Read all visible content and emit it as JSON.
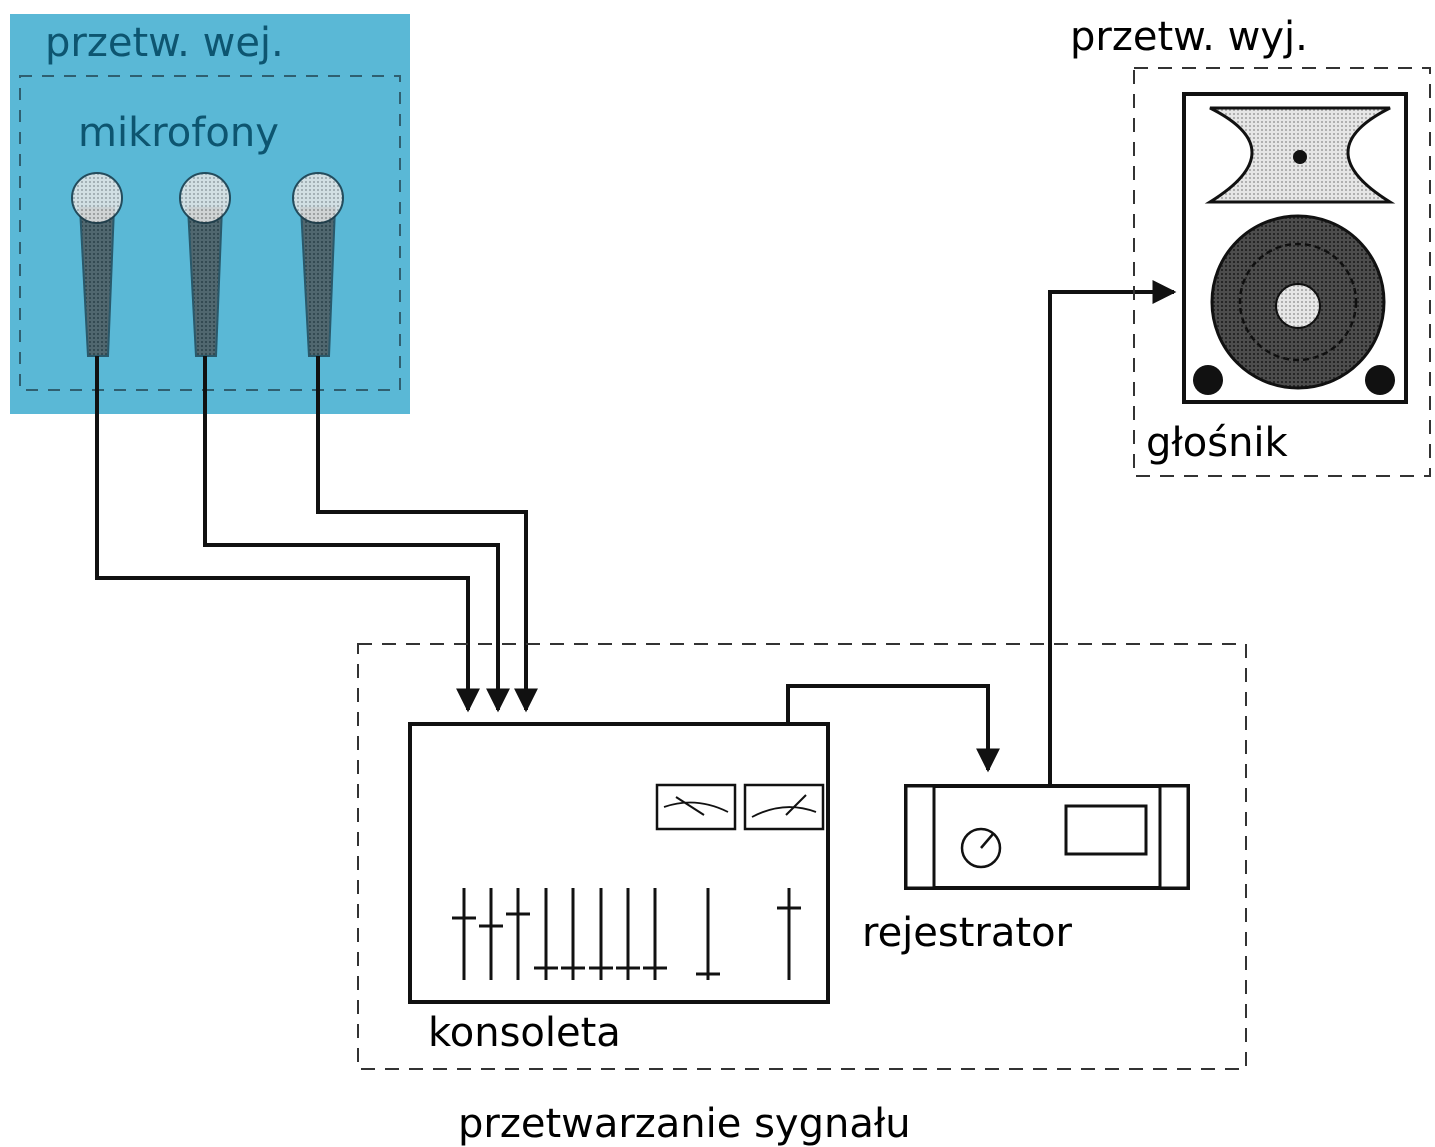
{
  "labels": {
    "input_group": "przetw. wej.",
    "microphones": "mikrofony",
    "output_group": "przetw. wyj.",
    "speaker": "głośnik",
    "console": "konsoleta",
    "recorder": "rejestrator",
    "processing": "przetwarzanie sygnału"
  },
  "colors": {
    "input_highlight": "#5ab8d6",
    "input_text": "#0d5570",
    "line": "#111111"
  },
  "icons": [
    "microphone-icon",
    "mixing-console-icon",
    "recorder-icon",
    "loudspeaker-icon"
  ]
}
